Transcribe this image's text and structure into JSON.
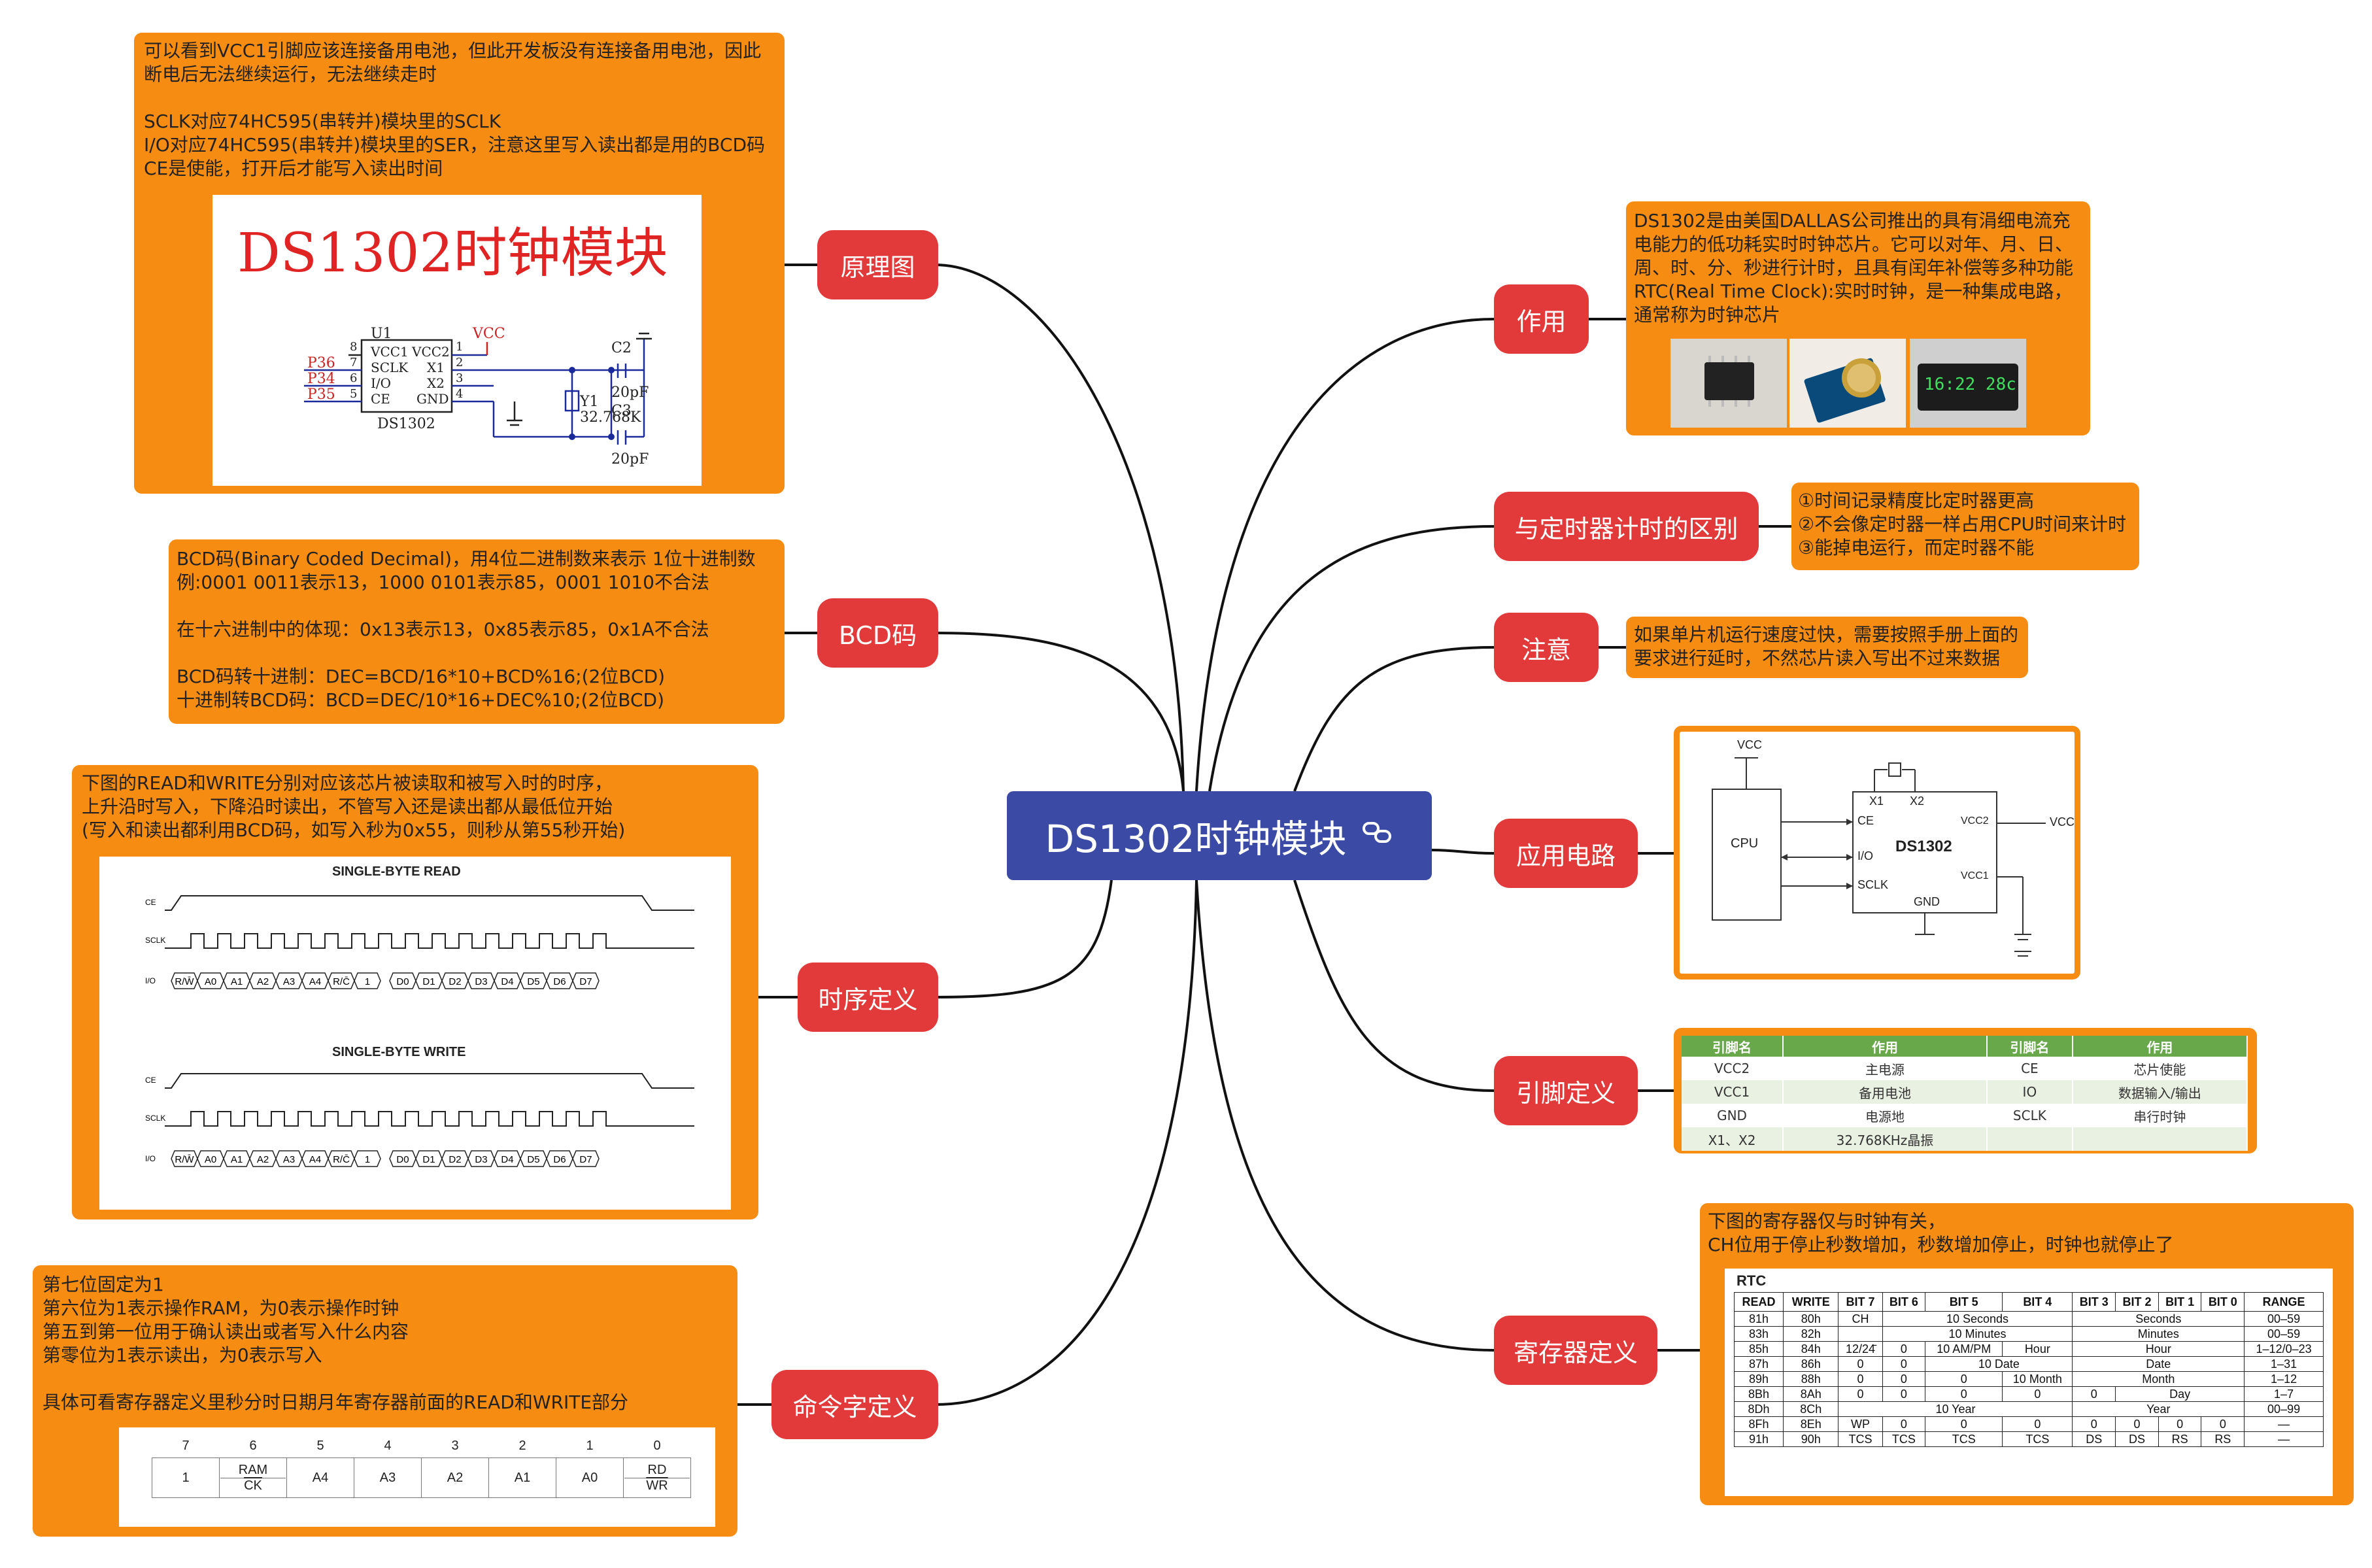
{
  "central": {
    "title": "DS1302时钟模块",
    "icon": "link-icon"
  },
  "branches": {
    "schematic": "原理图",
    "bcd": "BCD码",
    "timing": "时序定义",
    "command": "命令字定义",
    "purpose": "作用",
    "vs_timer": "与定时器计时的区别",
    "attention": "注意",
    "circuit": "应用电路",
    "pins": "引脚定义",
    "registers": "寄存器定义"
  },
  "schematic_note": {
    "text": "可以看到VCC1引脚应该连接备用电池，但此开发板没有连接备用电池，因此断电后无法继续运行，无法继续走时\n\nSCLK对应74HC595(串转并)模块里的SCLK\nI/O对应74HC595(串转并)模块里的SER，注意这里写入读出都是用的BCD码\nCE是使能，打开后才能写入读出时间",
    "image_title": "DS1302时钟模块",
    "chip": {
      "ref": "U1",
      "name": "DS1302",
      "vcc": "VCC",
      "pins_left": [
        "VCC1",
        "SCLK",
        "I/O",
        "CE"
      ],
      "pins_right": [
        "VCC2",
        "X1",
        "X2",
        "GND"
      ],
      "pin_nums_left": [
        "8",
        "7",
        "6",
        "5"
      ],
      "pin_nums_right": [
        "1",
        "2",
        "3",
        "4"
      ],
      "nets": [
        "P36",
        "P34",
        "P35"
      ],
      "c2": "C2",
      "c2v": "20pF",
      "c3": "C3",
      "c3v": "20pF",
      "y1": "Y1",
      "y1v": "32.768K"
    }
  },
  "bcd_note": {
    "text": "BCD码(Binary Coded Decimal)，用4位二进制数来表示 1位十进制数\n例:0001 0011表示13，1000 0101表示85，0001 1010不合法\n\n在十六进制中的体现：0x13表示13，0x85表示85，0x1A不合法\n\nBCD码转十进制：DEC=BCD/16*10+BCD%16;(2位BCD)\n十进制转BCD码：BCD=DEC/10*16+DEC%10;(2位BCD)"
  },
  "timing_note": {
    "text": "下图的READ和WRITE分别对应该芯片被读取和被写入时的时序，\n上升沿时写入，下降沿时读出，不管写入还是读出都从最低位开始\n(写入和读出都利用BCD码，如写入秒为0x55，则秒从第55秒开始)",
    "read_title": "SINGLE-BYTE READ",
    "write_title": "SINGLE-BYTE WRITE",
    "signals": [
      "CE",
      "SCLK",
      "I/O"
    ],
    "read_bits": [
      "R/W̄",
      "A0",
      "A1",
      "A2",
      "A3",
      "A4",
      "R/C̄",
      "1",
      "D0",
      "D1",
      "D2",
      "D3",
      "D4",
      "D5",
      "D6",
      "D7"
    ],
    "write_bits": [
      "R/W̄",
      "A0",
      "A1",
      "A2",
      "A3",
      "A4",
      "R/C̄",
      "1",
      "D0",
      "D1",
      "D2",
      "D3",
      "D4",
      "D5",
      "D6",
      "D7"
    ]
  },
  "command_note": {
    "text": "第七位固定为1\n第六位为1表示操作RAM，为0表示操作时钟\n第五到第一位用于确认读出或者写入什么内容\n第零位为1表示读出，为0表示写入\n\n具体可看寄存器定义里秒分时日期月年寄存器前面的READ和WRITE部分",
    "bit_numbers": [
      "7",
      "6",
      "5",
      "4",
      "3",
      "2",
      "1",
      "0"
    ],
    "cells": [
      "1",
      "RAM",
      "A4",
      "A3",
      "A2",
      "A1",
      "A0",
      "RD"
    ],
    "cells_lower": [
      "",
      "CK",
      "",
      "",
      "",
      "",
      "",
      "WR"
    ]
  },
  "purpose_note": {
    "text": "DS1302是由美国DALLAS公司推出的具有涓细电流充电能力的低功耗实时时钟芯片。它可以对年、月、日、周、时、分、秒进行计时，且具有闰年补偿等多种功能\nRTC(Real Time Clock):实时时钟，是一种集成电路，通常称为时钟芯片",
    "photo_clock_text": "16:22 28c"
  },
  "vs_timer_note": {
    "text": "①时间记录精度比定时器更高\n②不会像定时器一样占用CPU时间来计时\n③能掉电运行，而定时器不能"
  },
  "attention_note": {
    "text": "如果单片机运行速度过快，需要按照手册上面的\n要求进行延时，不然芯片读入写出不过来数据"
  },
  "circuit": {
    "vcc_top": "VCC",
    "vcc_right": "VCC",
    "cpu": "CPU",
    "chip": "DS1302",
    "pins": [
      "CE",
      "I/O",
      "SCLK"
    ],
    "x1": "X1",
    "x2": "X2",
    "vcc2": "VCC2",
    "vcc1": "VCC1",
    "gnd": "GND"
  },
  "pin_table": {
    "headers": [
      "引脚名",
      "作用",
      "引脚名",
      "作用"
    ],
    "rows": [
      [
        "VCC2",
        "主电源",
        "CE",
        "芯片使能"
      ],
      [
        "VCC1",
        "备用电池",
        "IO",
        "数据输入/输出"
      ],
      [
        "GND",
        "电源地",
        "SCLK",
        "串行时钟"
      ],
      [
        "X1、X2",
        "32.768KHz晶振",
        "",
        ""
      ]
    ],
    "header_color": "#69a84a"
  },
  "register_note": {
    "text": "下图的寄存器仅与时钟有关，\nCH位用于停止秒数增加，秒数增加停止，时钟也就停止了",
    "title": "RTC",
    "headers": [
      "READ",
      "WRITE",
      "BIT 7",
      "BIT 6",
      "BIT 5",
      "BIT 4",
      "BIT 3",
      "BIT 2",
      "BIT 1",
      "BIT 0",
      "RANGE"
    ],
    "rows": [
      {
        "r": "81h",
        "w": "80h",
        "b7": "CH",
        "hi": "10 Seconds",
        "lo": "Seconds",
        "range": "00–59"
      },
      {
        "r": "83h",
        "w": "82h",
        "b7": "",
        "hi": "10 Minutes",
        "lo": "Minutes",
        "range": "00–59"
      },
      {
        "r": "85h",
        "w": "84h",
        "b7": "12/24̄",
        "b6": "0",
        "b5": "10 AM/PM",
        "b4": "Hour",
        "lo": "Hour",
        "range": "1–12/0–23"
      },
      {
        "r": "87h",
        "w": "86h",
        "b7": "0",
        "b6": "0",
        "hi": "10 Date",
        "lo": "Date",
        "range": "1–31"
      },
      {
        "r": "89h",
        "w": "88h",
        "b7": "0",
        "b6": "0",
        "b5": "0",
        "b4": "10 Month",
        "lo": "Month",
        "range": "1–12"
      },
      {
        "r": "8Bh",
        "w": "8Ah",
        "b7": "0",
        "b6": "0",
        "b5": "0",
        "b4": "0",
        "b3": "0",
        "lo": "Day",
        "range": "1–7"
      },
      {
        "r": "8Dh",
        "w": "8Ch",
        "hi": "10 Year",
        "lo": "Year",
        "range": "00–99"
      },
      {
        "r": "8Fh",
        "w": "8Eh",
        "b7": "WP",
        "b6": "0",
        "b5": "0",
        "b4": "0",
        "b3": "0",
        "b2": "0",
        "b1": "0",
        "b0": "0",
        "range": "—"
      },
      {
        "r": "91h",
        "w": "90h",
        "b7": "TCS",
        "b6": "TCS",
        "b5": "TCS",
        "b4": "TCS",
        "b3": "DS",
        "b2": "DS",
        "b1": "RS",
        "b0": "RS",
        "range": "—"
      }
    ]
  },
  "colors": {
    "central": "#3b4aa5",
    "branch": "#e23a3a",
    "note": "#f78c12",
    "line": "#111111"
  }
}
